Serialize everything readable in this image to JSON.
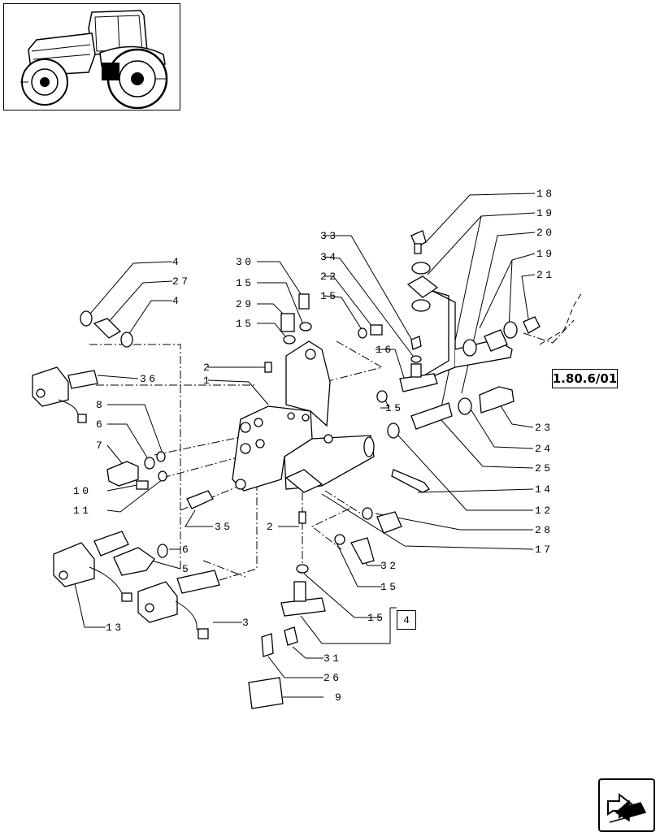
{
  "reference_link": "1.80.6/01",
  "group_marker": "4",
  "thumbnail_icon": "tractor-icon",
  "nav_icon": "next-page-arrow-icon",
  "callouts": [
    {
      "id": "c18",
      "text": "18"
    },
    {
      "id": "c19a",
      "text": "19"
    },
    {
      "id": "c20",
      "text": "20"
    },
    {
      "id": "c19b",
      "text": "19"
    },
    {
      "id": "c21",
      "text": "21"
    },
    {
      "id": "c33",
      "text": "33"
    },
    {
      "id": "c34",
      "text": "34"
    },
    {
      "id": "c22",
      "text": "22"
    },
    {
      "id": "c15a",
      "text": "15"
    },
    {
      "id": "c30",
      "text": "30"
    },
    {
      "id": "c15b",
      "text": "15"
    },
    {
      "id": "c29",
      "text": "29"
    },
    {
      "id": "c15c",
      "text": "15"
    },
    {
      "id": "c4a",
      "text": "4"
    },
    {
      "id": "c27",
      "text": "27"
    },
    {
      "id": "c4b",
      "text": "4"
    },
    {
      "id": "c16",
      "text": "16"
    },
    {
      "id": "c2a",
      "text": "2"
    },
    {
      "id": "c1",
      "text": "1"
    },
    {
      "id": "c36",
      "text": "36"
    },
    {
      "id": "c15d",
      "text": "15"
    },
    {
      "id": "c8",
      "text": "8"
    },
    {
      "id": "c6a",
      "text": "6"
    },
    {
      "id": "c7",
      "text": "7"
    },
    {
      "id": "c10",
      "text": "10"
    },
    {
      "id": "c11",
      "text": "11"
    },
    {
      "id": "c23",
      "text": "23"
    },
    {
      "id": "c24",
      "text": "24"
    },
    {
      "id": "c25",
      "text": "25"
    },
    {
      "id": "c14",
      "text": "14"
    },
    {
      "id": "c12",
      "text": "12"
    },
    {
      "id": "c28",
      "text": "28"
    },
    {
      "id": "c17",
      "text": "17"
    },
    {
      "id": "c35",
      "text": "35"
    },
    {
      "id": "c2b",
      "text": "2"
    },
    {
      "id": "c6b",
      "text": "6"
    },
    {
      "id": "c5",
      "text": "5"
    },
    {
      "id": "c32",
      "text": "32"
    },
    {
      "id": "c15e",
      "text": "15"
    },
    {
      "id": "c15f",
      "text": "15"
    },
    {
      "id": "c3",
      "text": "3"
    },
    {
      "id": "c13",
      "text": "13"
    },
    {
      "id": "c31",
      "text": "31"
    },
    {
      "id": "c26",
      "text": "26"
    },
    {
      "id": "c9",
      "text": "9"
    }
  ]
}
